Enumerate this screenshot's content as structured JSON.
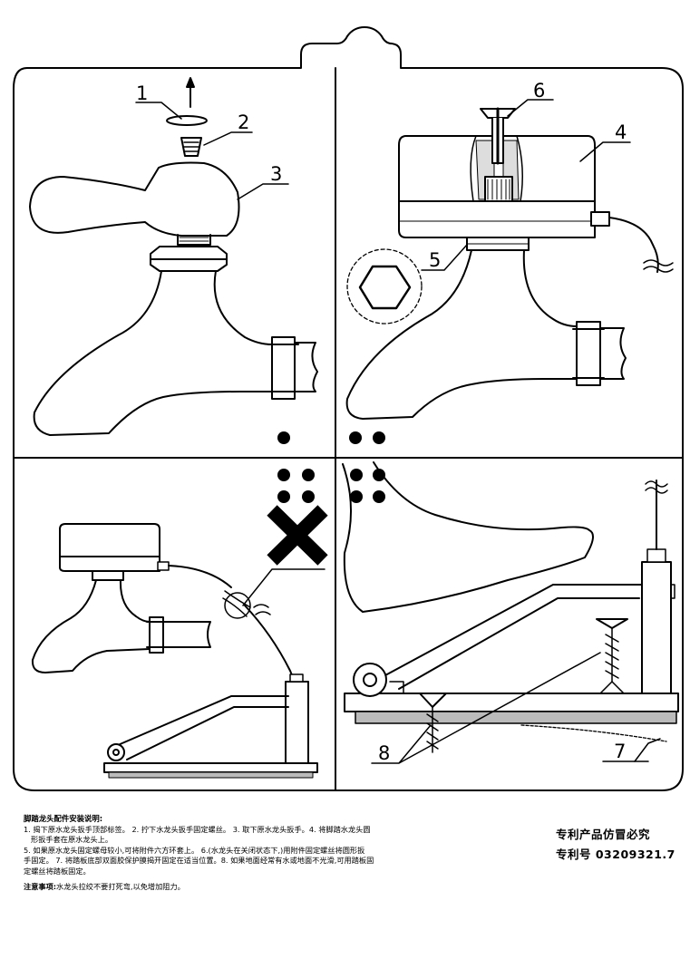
{
  "callouts": {
    "n1": "1",
    "n2": "2",
    "n3": "3",
    "n4": "4",
    "n5": "5",
    "n6": "6",
    "n7": "7",
    "n8": "8"
  },
  "notes": {
    "title": "脚踏龙头配件安装说明:",
    "line1": "1. 揭下原水龙头扳手顶部标签。 2. 拧下水龙头扳手固定螺丝。 3. 取下原水龙头扳手。4. 将脚踏水龙头圆",
    "line2": "形扳手套在原水龙头上。",
    "line3": "5. 如果原水龙头固定螺母较小,可将附件六方环套上。 6.(水龙头在关闭状态下,)用附件固定螺丝将圆形扳",
    "line4": "手固定。 7. 将踏板底部双面胶保护膜揭开固定在适当位置。8. 如果地面经常有水或地面不光滑,可用踏板固",
    "line5": "定螺丝将踏板固定。",
    "warning_label": "注意事项:",
    "warning_text": "水龙头拉绞不要打死弯,以免增加阻力。"
  },
  "patent": {
    "line1": "专利产品仿冒必究",
    "line2": "专利号 03209321.7"
  },
  "icons": [
    "up-arrow-icon",
    "cross-mark-icon",
    "hexagon-icon"
  ]
}
